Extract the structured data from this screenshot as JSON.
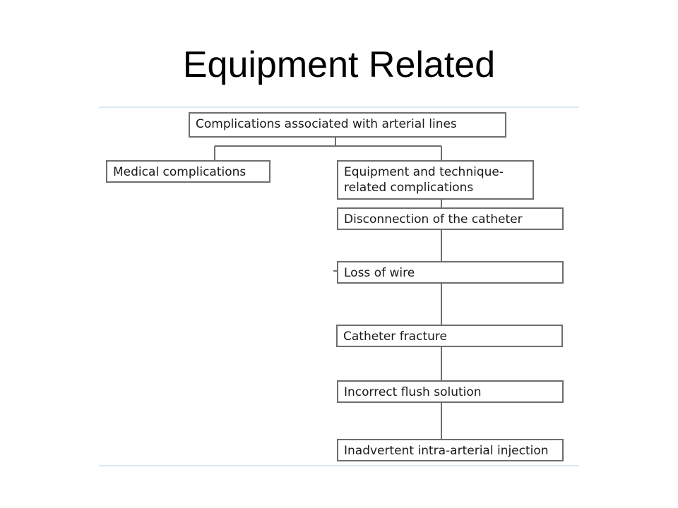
{
  "slide": {
    "title": "Equipment Related"
  },
  "diagram": {
    "root": "Complications associated with arterial lines",
    "branches": [
      "Medical complications",
      "Equipment and technique-related complications"
    ],
    "equipment_items": [
      "Disconnection of the catheter",
      "Loss of wire",
      "Catheter fracture",
      "Incorrect flush solution",
      "Inadvertent intra-arterial injection"
    ]
  }
}
